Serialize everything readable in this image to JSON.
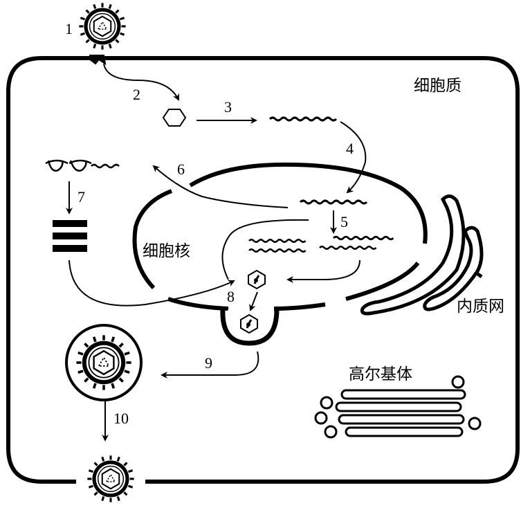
{
  "labels": {
    "cytoplasm": "细胞质",
    "nucleus": "细胞核",
    "er": "内质网",
    "golgi": "高尔基体"
  },
  "steps": [
    "1",
    "2",
    "3",
    "4",
    "5",
    "6",
    "7",
    "8",
    "9",
    "10"
  ]
}
